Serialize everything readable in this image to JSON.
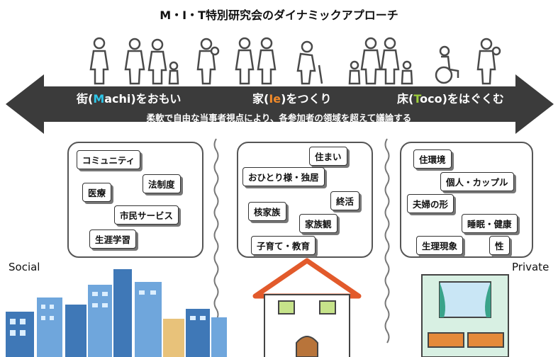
{
  "title": "M・I・T特別研究会のダイナミックアプローチ",
  "banner": {
    "machi": {
      "pre": "街(",
      "accent": "M",
      "post": "achi)をおもい"
    },
    "ie": {
      "pre": "家(",
      "accent": "Ie",
      "post": ")をつくり"
    },
    "toco": {
      "pre": "床(",
      "accent": "T",
      "post": "oco)をはぐくむ"
    },
    "subtitle": "柔軟で自由な当事者視点により、各参加者の領域を超えて議論する"
  },
  "colors": {
    "arrow": "#3b3b3b",
    "accent_machi": "#2ec4e6",
    "accent_ie": "#f08a2a",
    "accent_toco": "#9ccc3c",
    "people": "#4a4a4a"
  },
  "panels": {
    "machi": [
      "コミュニティ",
      "法制度",
      "医療",
      "市民サービス",
      "生涯学習"
    ],
    "ie": [
      "住まい",
      "おひとり様・独居",
      "核家族",
      "終活",
      "家族観",
      "子育て・教育"
    ],
    "toco": [
      "住環境",
      "個人・カップル",
      "夫婦の形",
      "睡眠・健康",
      "生理現象",
      "性"
    ]
  },
  "labels": {
    "social": "Social",
    "private": "Private"
  }
}
